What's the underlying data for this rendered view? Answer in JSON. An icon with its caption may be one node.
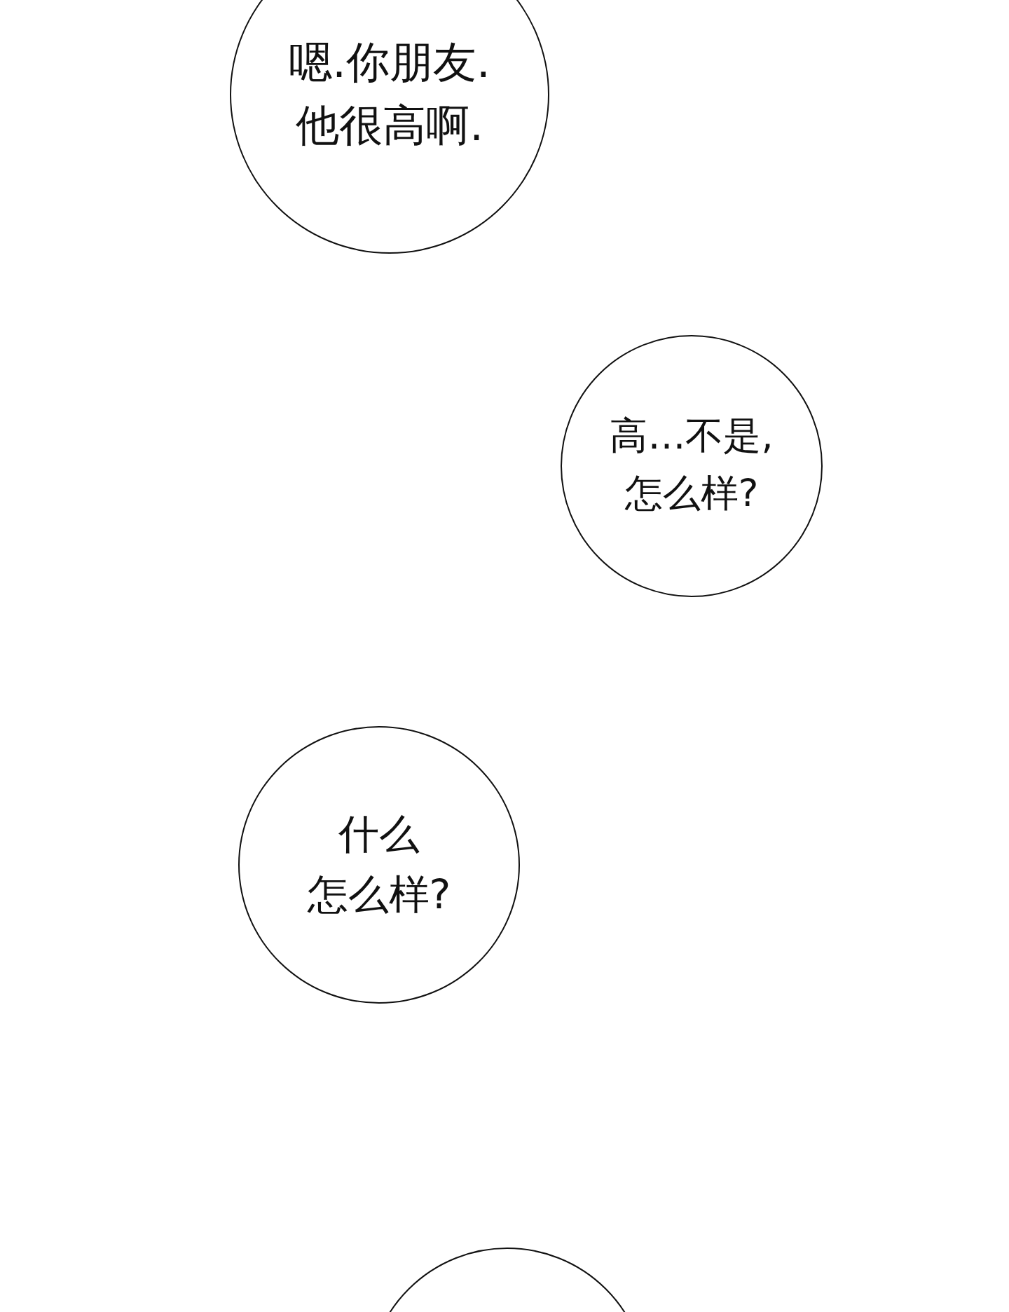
{
  "diagram": {
    "nodes": [
      {
        "text": [
          "嗯.你朋友.他很高啊."
        ]
      },
      {
        "text": [
          "高…不是,怎么样?"
        ]
      },
      {
        "text": [
          "什么怎么样?"
        ]
      },
      {
        "text": [],
        "shape": "circle"
      }
    ]
  }
}
